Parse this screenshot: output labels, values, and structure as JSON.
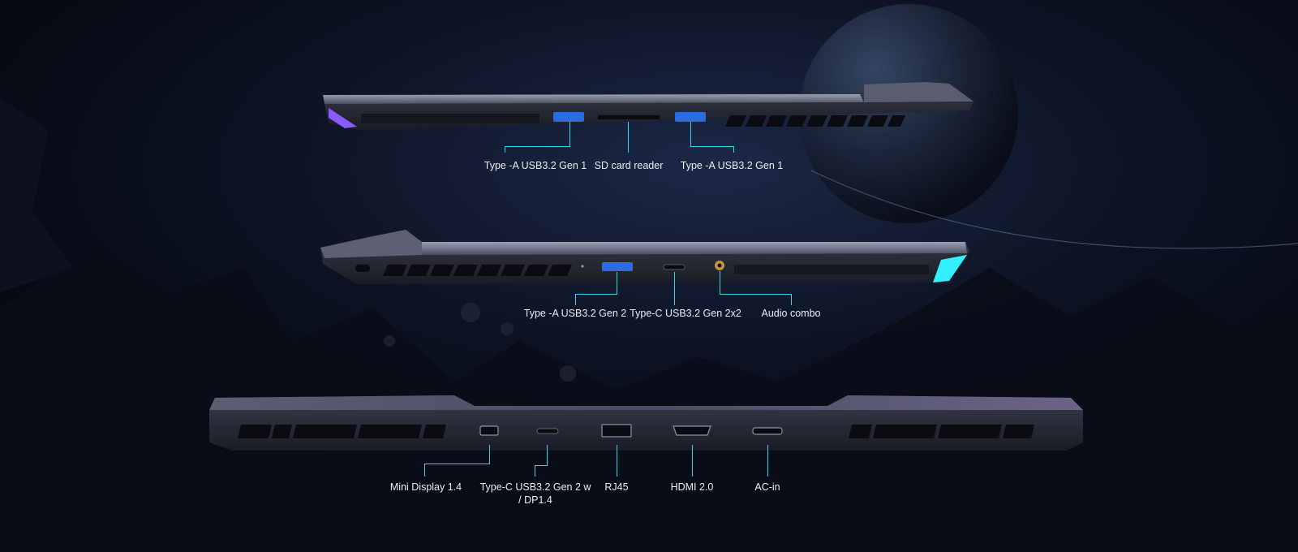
{
  "colors": {
    "callout": "#35d3e6",
    "label": "#e9eef5",
    "accent_purple": "#8a5cff",
    "accent_cyan": "#33f0ff"
  },
  "views": {
    "left_side": {
      "labels": [
        "Type -A USB3.2 Gen 1",
        "SD card reader",
        "Type -A USB3.2 Gen 1"
      ]
    },
    "right_side": {
      "labels": [
        "Type -A USB3.2 Gen 2",
        "Type-C USB3.2 Gen 2x2",
        "Audio combo"
      ]
    },
    "rear": {
      "labels": [
        "Mini Display 1.4",
        "Type-C USB3.2 Gen 2 w / DP1.4",
        "RJ45",
        "HDMI 2.0",
        "AC-in"
      ]
    }
  }
}
